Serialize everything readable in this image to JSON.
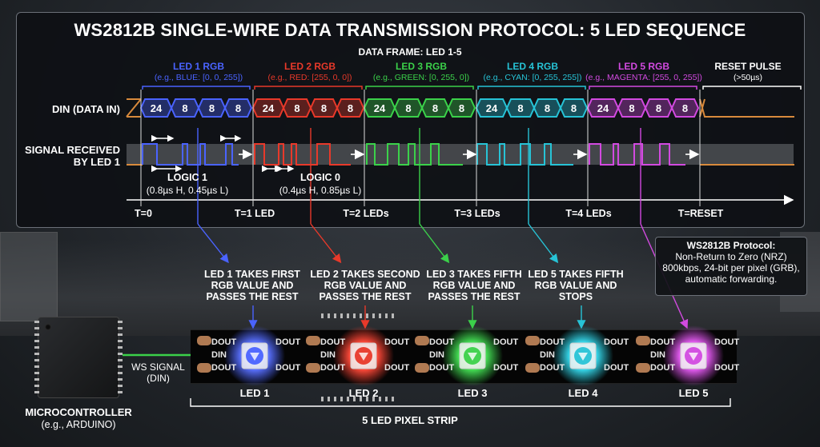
{
  "title": "WS2812B SINGLE-WIRE DATA TRANSMISSION PROTOCOL: 5 LED SEQUENCE",
  "frame_title": "DATA FRAME: LED 1-5",
  "colors": {
    "led1": "#4a63ff",
    "led2": "#e8392a",
    "led3": "#3bd14a",
    "led4": "#27c3d6",
    "led5": "#d24ae0",
    "signal": "#d88a3c",
    "reset": "#ffffff"
  },
  "groups": [
    {
      "header": "LED 1 RGB",
      "sub": "(e.g., BLUE: [0, 0, 255])",
      "bits": [
        "24",
        "8",
        "8",
        "8"
      ]
    },
    {
      "header": "LED 2 RGB",
      "sub": "(e.g., RED: [255, 0, 0])",
      "bits": [
        "24",
        "8",
        "8",
        "8"
      ]
    },
    {
      "header": "LED 3 RGB",
      "sub": "(e.g., GREEN: [0, 255, 0])",
      "bits": [
        "24",
        "8",
        "8",
        "8"
      ]
    },
    {
      "header": "LED 4 RGB",
      "sub": "(e.g., CYAN: [0, 255, 255])",
      "bits": [
        "24",
        "8",
        "8",
        "8"
      ]
    },
    {
      "header": "LED 5 RGB",
      "sub": "(e.g., MAGENTA: [255, 0, 255])",
      "bits": [
        "24",
        "8",
        "8",
        "8"
      ]
    }
  ],
  "reset": {
    "header": "RESET PULSE",
    "sub": "(>50µs)"
  },
  "row_labels": {
    "din": "DIN (DATA IN)",
    "received_1": "SIGNAL RECEIVED",
    "received_2": "BY LED 1"
  },
  "logic1": {
    "label": "LOGIC 1",
    "sub": "(0.8µs H, 0.45µs L)"
  },
  "logic0": {
    "label": "LOGIC 0",
    "sub": "(0.4µs H, 0.85µs L)"
  },
  "time_ticks": [
    "T=0",
    "T=1 LED",
    "T=2 LEDs",
    "T=3 LEDs",
    "T=4 LEDs",
    "T=RESET"
  ],
  "callouts": [
    "LED 1 TAKES FIRST RGB VALUE AND PASSES THE REST",
    "LED 2 TAKES SECOND RGB VALUE AND PASSES THE REST",
    "LED 3 TAKES FIFTH RGB VALUE AND PASSES THE REST",
    "LED 5 TAKES FIFTH RGB VALUE AND STOPS"
  ],
  "protocol_box": {
    "title": "WS2812B Protocol:",
    "line1": "Non-Return to Zero (NRZ)",
    "line2": "800kbps, 24-bit per pixel (GRB),",
    "line3": "automatic forwarding."
  },
  "microcontroller": {
    "label": "MICROCONTROLLER",
    "sub": "(e.g., ARDUINO)"
  },
  "ws_signal": "WS SIGNAL (DIN)",
  "strip": {
    "label": "5 LED PIXEL STRIP",
    "pin_dout": "DOUT",
    "pin_din": "DIN",
    "leds": [
      "LED 1",
      "LED 2",
      "LED 3",
      "LED 4",
      "LED 5"
    ]
  }
}
